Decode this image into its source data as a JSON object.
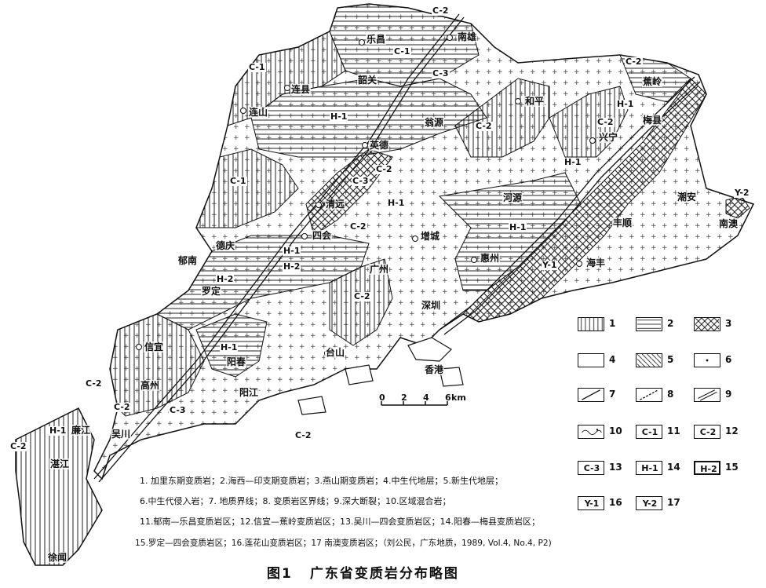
{
  "figure": {
    "number": "图1",
    "title": "广东省变质岩分布略图"
  },
  "cities": [
    {
      "name": "乐昌"
    },
    {
      "name": "南雄"
    },
    {
      "name": "韶关"
    },
    {
      "name": "连县"
    },
    {
      "name": "连山"
    },
    {
      "name": "翁源"
    },
    {
      "name": "和平"
    },
    {
      "name": "蕉岭"
    },
    {
      "name": "梅县"
    },
    {
      "name": "兴宁"
    },
    {
      "name": "英德"
    },
    {
      "name": "清远"
    },
    {
      "name": "四会"
    },
    {
      "name": "增城"
    },
    {
      "name": "河源"
    },
    {
      "name": "潮安"
    },
    {
      "name": "南澳"
    },
    {
      "name": "丰顺"
    },
    {
      "name": "德庆"
    },
    {
      "name": "郁南"
    },
    {
      "name": "罗定"
    },
    {
      "name": "广州"
    },
    {
      "name": "惠州"
    },
    {
      "name": "海丰"
    },
    {
      "name": "深圳"
    },
    {
      "name": "香港"
    },
    {
      "name": "台山"
    },
    {
      "name": "信宜"
    },
    {
      "name": "阳春"
    },
    {
      "name": "高州"
    },
    {
      "name": "阳江"
    },
    {
      "name": "廉江"
    },
    {
      "name": "吴川"
    },
    {
      "name": "湛江"
    },
    {
      "name": "徐闻"
    }
  ],
  "zone_labels": [
    "C-2",
    "C-1",
    "C-3",
    "H-1",
    "H-2",
    "Y-1",
    "Y-2"
  ],
  "scale_bar": {
    "ticks": [
      "0",
      "2",
      "4",
      "6"
    ],
    "unit": "km"
  },
  "legend": {
    "items": [
      {
        "num": "1",
        "pattern": "vertical"
      },
      {
        "num": "2",
        "pattern": "horizontal"
      },
      {
        "num": "3",
        "pattern": "crosshatch"
      },
      {
        "num": "4",
        "pattern": "blank"
      },
      {
        "num": "5",
        "pattern": "diagonal"
      },
      {
        "num": "6",
        "pattern": "dot"
      },
      {
        "num": "7",
        "pattern": "line"
      },
      {
        "num": "8",
        "pattern": "dashed-line"
      },
      {
        "num": "9",
        "pattern": "double-line"
      },
      {
        "num": "10",
        "pattern": "mixed"
      },
      {
        "num": "11",
        "code": "C-1"
      },
      {
        "num": "12",
        "code": "C-2"
      },
      {
        "num": "13",
        "code": "C-3"
      },
      {
        "num": "14",
        "code": "H-1"
      },
      {
        "num": "15",
        "code": "H-2"
      },
      {
        "num": "16",
        "code": "Y-1"
      },
      {
        "num": "17",
        "code": "Y-2"
      }
    ],
    "explanation": [
      "1. 加里东期变质岩；2.海西—印支期变质岩；3.燕山期变质岩；4.中生代地层；5.新生代地层；",
      "6.中生代侵入岩；7. 地质界线；8. 变质岩区界线；9.深大断裂；10.区域混合岩；",
      "11.郁南—乐昌变质岩区；12.信宜—蕉岭变质岩区；13.吴川—四会变质岩区；14.阳春—梅县变质岩区；",
      "15.罗定—四会变质岩区；16.莲花山变质岩区；17 南澳变质岩区；（刘公民，广东地质，1989, Vol.4, No.4, P2)"
    ]
  }
}
